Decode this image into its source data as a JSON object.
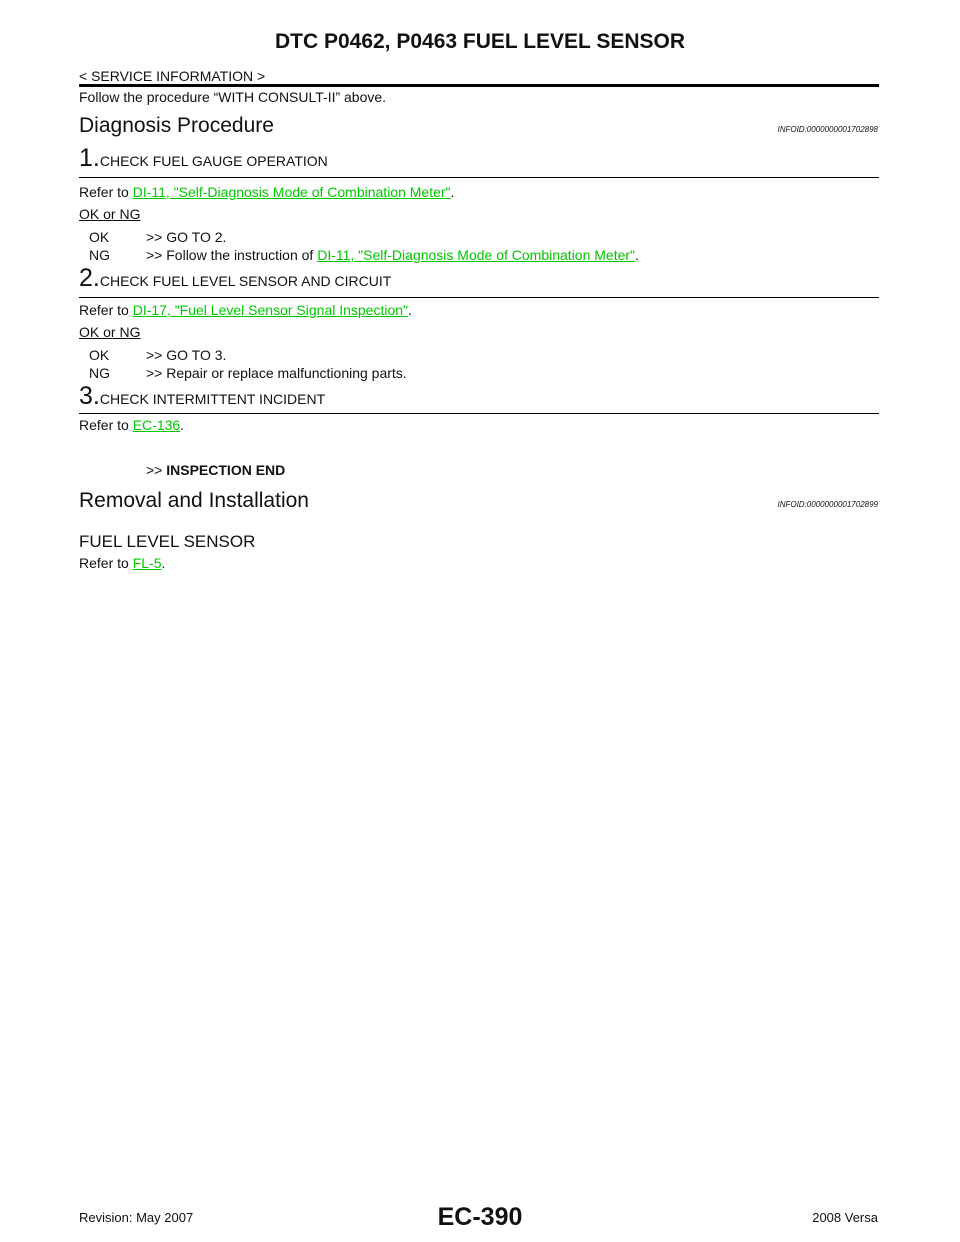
{
  "header": {
    "title": "DTC P0462, P0463 FUEL LEVEL SENSOR",
    "section": "< SERVICE INFORMATION >"
  },
  "intro": "Follow the procedure “WITH CONSULT-II” above.",
  "diagnosis": {
    "heading": "Diagnosis Procedure",
    "infoid": "INFOID:0000000001702898",
    "steps": [
      {
        "number": "1.",
        "title": "CHECK FUEL GAUGE OPERATION",
        "refer_prefix": "Refer to ",
        "refer_link": "DI-11, \"Self-Diagnosis Mode of Combination Meter\"",
        "refer_suffix": ".",
        "okng": "OK or NG",
        "ok_code": "OK",
        "ok_text": ">> GO TO 2.",
        "ng_code": "NG",
        "ng_text_prefix": ">> Follow the instruction of ",
        "ng_link": "DI-11, \"Self-Diagnosis Mode of Combination Meter\"",
        "ng_suffix": "."
      },
      {
        "number": "2.",
        "title": "CHECK FUEL LEVEL SENSOR AND CIRCUIT",
        "refer_prefix": "Refer to ",
        "refer_link": "DI-17, \"Fuel Level Sensor Signal Inspection\"",
        "refer_suffix": ".",
        "okng": "OK or NG",
        "ok_code": "OK",
        "ok_text": ">> GO TO 3.",
        "ng_code": "NG",
        "ng_text": ">> Repair or replace malfunctioning parts."
      },
      {
        "number": "3.",
        "title": "CHECK INTERMITTENT INCIDENT",
        "refer_prefix": "Refer to ",
        "refer_link": "EC-136",
        "refer_suffix": ".",
        "end_arrow": ">>",
        "end_text": "INSPECTION END"
      }
    ]
  },
  "removal": {
    "heading": "Removal and Installation",
    "infoid": "INFOID:0000000001702899",
    "subheading": "FUEL LEVEL SENSOR",
    "refer_prefix": "Refer to ",
    "refer_link": "FL-5",
    "refer_suffix": "."
  },
  "footer": {
    "page": "EC-390",
    "revision": "Revision: May 2007",
    "model": "2008 Versa"
  },
  "colors": {
    "link": "#00c800"
  }
}
